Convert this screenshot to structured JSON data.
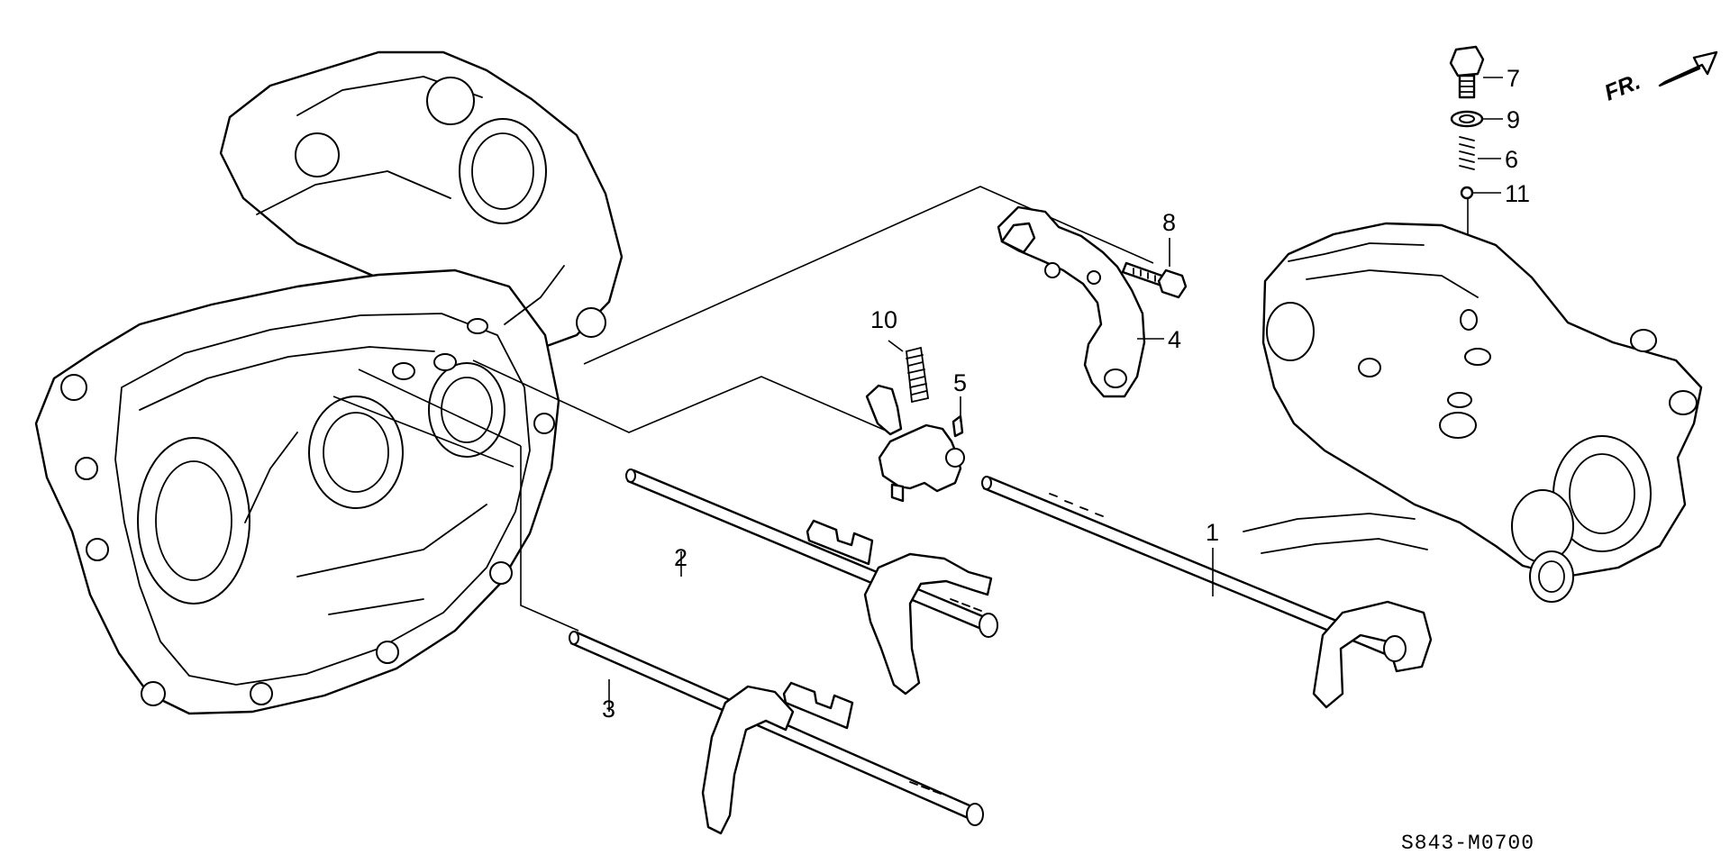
{
  "diagram": {
    "code": "S843-M0700",
    "front_indicator": "FR.",
    "callouts": [
      "1",
      "2",
      "3",
      "4",
      "5",
      "6",
      "7",
      "8",
      "9",
      "10",
      "11"
    ]
  }
}
